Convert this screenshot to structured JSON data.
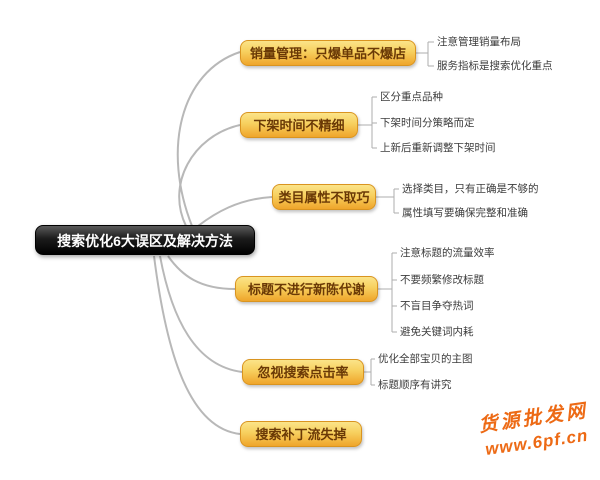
{
  "title": "搜索优化6大误区及解决方法",
  "center": {
    "label": "搜索优化6大误区及解决方法"
  },
  "branches": [
    {
      "label": "销量管理：只爆单品不爆店",
      "children": [
        "注意管理销量布局",
        "服务指标是搜索优化重点"
      ]
    },
    {
      "label": "下架时间不精细",
      "children": [
        "区分重点品种",
        "下架时间分策略而定",
        "上新后重新调整下架时间"
      ]
    },
    {
      "label": "类目属性不取巧",
      "children": [
        "选择类目，只有正确是不够的",
        "属性填写要确保完整和准确"
      ]
    },
    {
      "label": "标题不进行新陈代谢",
      "children": [
        "注意标题的流量效率",
        "不要频繁修改标题",
        "不盲目争夺热词",
        "避免关键词内耗"
      ]
    },
    {
      "label": "忽视搜索点击率",
      "children": [
        "优化全部宝贝的主图",
        "标题顺序有讲究"
      ]
    },
    {
      "label": "搜索补丁流失掉",
      "children": []
    }
  ],
  "watermark": {
    "line1": "货源批发网",
    "line2": "www.6pf.cn",
    "color": "#ed6a15"
  },
  "colors": {
    "branch_top": "#fbe489",
    "branch_bottom": "#efa52b",
    "branch_text": "#6a3906",
    "center_bg": "#000000",
    "center_text": "#ffffff",
    "connector": "#b8b8b8",
    "leaf_text": "#3c3c3c"
  }
}
